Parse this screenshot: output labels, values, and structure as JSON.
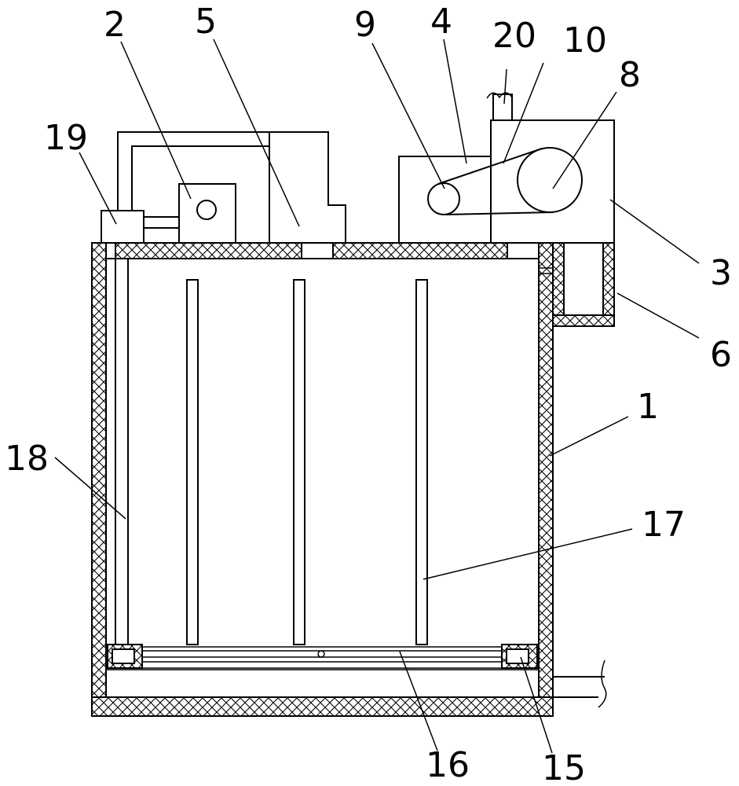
{
  "callouts": [
    {
      "id": "c1",
      "label": "1"
    },
    {
      "id": "c2",
      "label": "2"
    },
    {
      "id": "c3",
      "label": "3"
    },
    {
      "id": "c4",
      "label": "4"
    },
    {
      "id": "c5",
      "label": "5"
    },
    {
      "id": "c6",
      "label": "6"
    },
    {
      "id": "c8",
      "label": "8"
    },
    {
      "id": "c9",
      "label": "9"
    },
    {
      "id": "c10",
      "label": "10"
    },
    {
      "id": "c15",
      "label": "15"
    },
    {
      "id": "c16",
      "label": "16"
    },
    {
      "id": "c17",
      "label": "17"
    },
    {
      "id": "c18",
      "label": "18"
    },
    {
      "id": "c19",
      "label": "19"
    },
    {
      "id": "c20",
      "label": "20"
    }
  ]
}
